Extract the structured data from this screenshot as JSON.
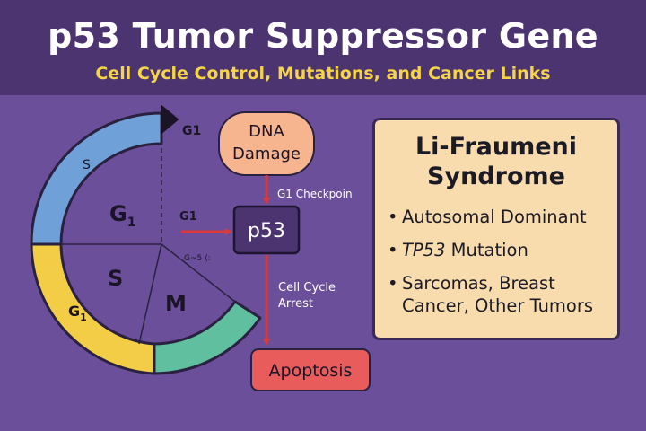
{
  "header": {
    "title": "p53 Tumor Suppressor Gene",
    "subtitle": "Cell Cycle Control, Mutations, and Cancer Links"
  },
  "cycle": {
    "label_s_outer": "S",
    "label_g1_top": "G1",
    "label_g1_inner_main": "G",
    "label_g1_inner_sub": "1",
    "label_s_inner": "S",
    "label_m_inner": "M",
    "label_g1_outer_main": "G",
    "label_g1_outer_sub": "1",
    "label_g1_arrow": "G1",
    "label_scribble": "G~5 ⟨:",
    "colors": {
      "blue": "#6fa0d8",
      "yellow": "#f2cd45",
      "teal": "#5fbf9f"
    }
  },
  "flow": {
    "dna_damage_line1": "DNA",
    "dna_damage_line2": "Damage",
    "checkpoint_label": "G1 Checkpoin",
    "p53_label": "p53",
    "arrest_line1": "Cell Cycle",
    "arrest_line2": "Arrest",
    "apoptosis_label": "Apoptosis",
    "colors": {
      "dna_box": "#f6b48f",
      "p53_box": "#4b3470",
      "apoptosis_box": "#e85c5c",
      "arrow": "#d93a3a"
    }
  },
  "syndrome": {
    "title": "Li-Fraumeni Syndrome",
    "item1": "Autosomal Dominant",
    "item2_italic": "TP53",
    "item2_rest": " Mutation",
    "item3": "Sarcomas, Breast Cancer, Other Tumors"
  }
}
